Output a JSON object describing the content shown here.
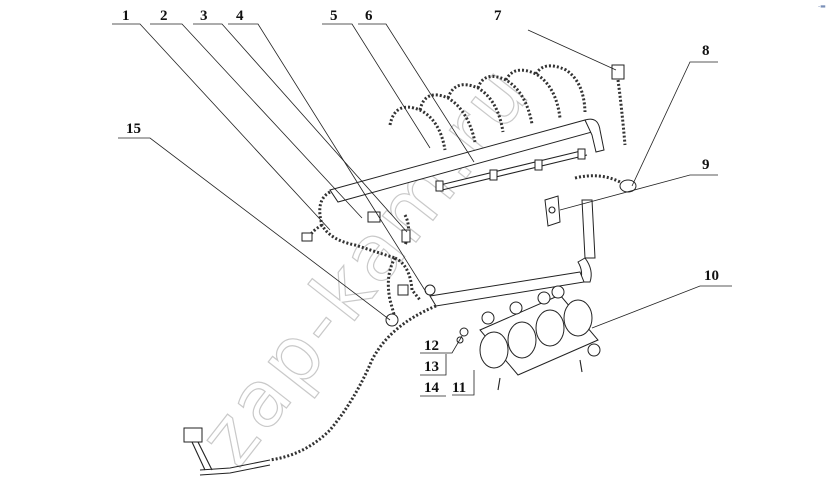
{
  "watermark": "zap-kam.ru",
  "corner_mark": "-▬",
  "callouts": [
    {
      "id": "c1",
      "label": "1"
    },
    {
      "id": "c2",
      "label": "2"
    },
    {
      "id": "c3",
      "label": "3"
    },
    {
      "id": "c4",
      "label": "4"
    },
    {
      "id": "c5",
      "label": "5"
    },
    {
      "id": "c6",
      "label": "6"
    },
    {
      "id": "c7",
      "label": "7"
    },
    {
      "id": "c8",
      "label": "8"
    },
    {
      "id": "c9",
      "label": "9"
    },
    {
      "id": "c10",
      "label": "10"
    },
    {
      "id": "c11",
      "label": "11"
    },
    {
      "id": "c12",
      "label": "12"
    },
    {
      "id": "c13",
      "label": "13"
    },
    {
      "id": "c14",
      "label": "14"
    },
    {
      "id": "c15",
      "label": "15"
    }
  ]
}
